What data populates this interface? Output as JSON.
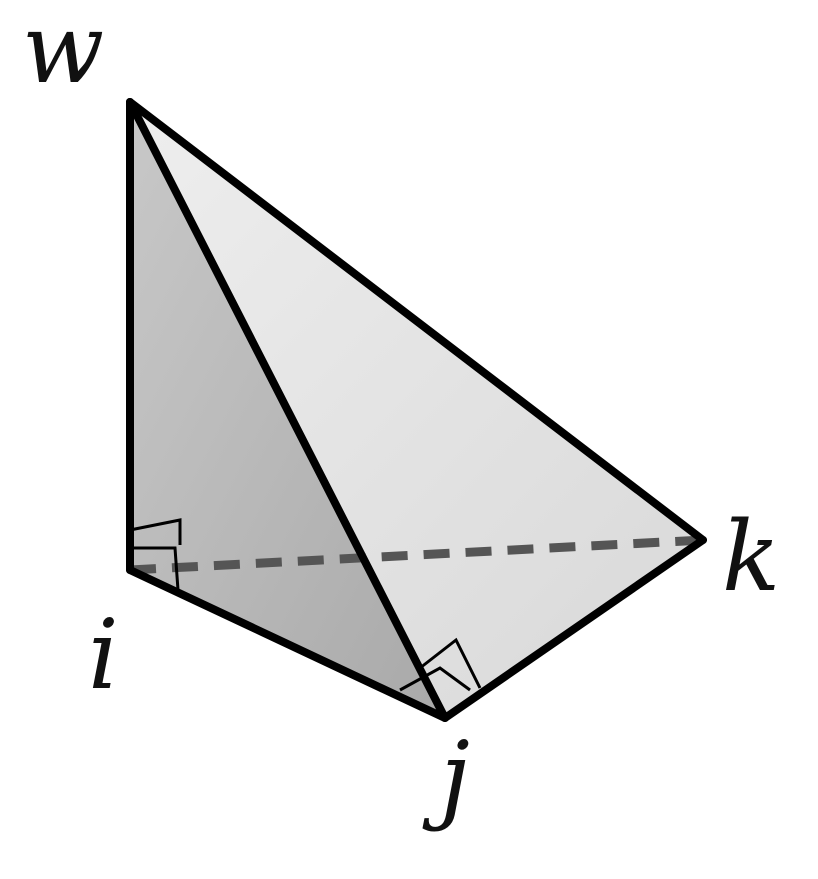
{
  "diagram": {
    "type": "tetrahedron",
    "vertices": {
      "w": {
        "label": "w"
      },
      "i": {
        "label": "i"
      },
      "j": {
        "label": "j"
      },
      "k": {
        "label": "k"
      }
    },
    "edges": [
      {
        "from": "w",
        "to": "i",
        "style": "solid"
      },
      {
        "from": "w",
        "to": "j",
        "style": "solid"
      },
      {
        "from": "w",
        "to": "k",
        "style": "solid"
      },
      {
        "from": "i",
        "to": "j",
        "style": "solid"
      },
      {
        "from": "j",
        "to": "k",
        "style": "solid"
      },
      {
        "from": "i",
        "to": "k",
        "style": "dashed"
      }
    ],
    "right_angles": [
      "i",
      "j"
    ],
    "colors": {
      "edge": "#000000",
      "hidden_edge": "#555555",
      "face_wij": "#b9b9b9",
      "face_wjk": "#e2e2e2",
      "face_base": "#f3f3f3"
    }
  }
}
